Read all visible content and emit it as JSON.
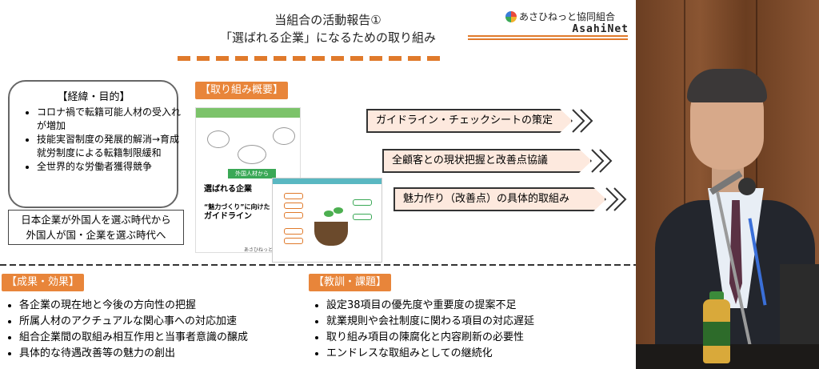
{
  "slide": {
    "title_line1": "当組合の活動報告①",
    "title_line2": "「選ばれる企業」になるための取り組み",
    "logo_text": "あさひねっと協同組合",
    "logo_sub": "AsahiNet",
    "background": {
      "heading": "【経緯・目的】",
      "items": [
        "コロナ禍で転籍可能人材の受入れが増加",
        "技能実習制度の発展的解消→育成就労制度による転籍制限緩和",
        "全世界的な労働者獲得競争"
      ],
      "footer_line1": "日本企業が外国人を選ぶ時代から",
      "footer_line2": "外国人が国・企業を選ぶ時代へ"
    },
    "overview": {
      "tag": "【取り組み概要】",
      "booklet_badge": "外国人材から",
      "booklet_title": "選ばれる企業",
      "booklet_sub1": "“魅力づくり”に向けた",
      "booklet_sub2": "ガイドライン",
      "booklet_publisher": "あさひねっと協同組合",
      "steps": [
        "ガイドライン・チェックシートの策定",
        "全顧客との現状把握と改善点協議",
        "魅力作り（改善点）の具体的取組み"
      ]
    },
    "results": {
      "tag": "【成果・効果】",
      "items": [
        "各企業の現在地と今後の方向性の把握",
        "所属人材のアクチュアルな関心事への対応加速",
        "組合企業間の取組み相互作用と当事者意識の醸成",
        "具体的な待遇改善等の魅力の創出"
      ]
    },
    "lessons": {
      "tag": "【教訓・課題】",
      "items": [
        "設定38項目の優先度や重要度の提案不足",
        "就業規則や会社制度に関わる項目の対応遅延",
        "取り組み項目の陳腐化と内容刷新の必要性",
        "エンドレスな取組みとしての継続化"
      ]
    },
    "accent_color": "#e8853a",
    "arrow_fill": "#fde9de"
  }
}
